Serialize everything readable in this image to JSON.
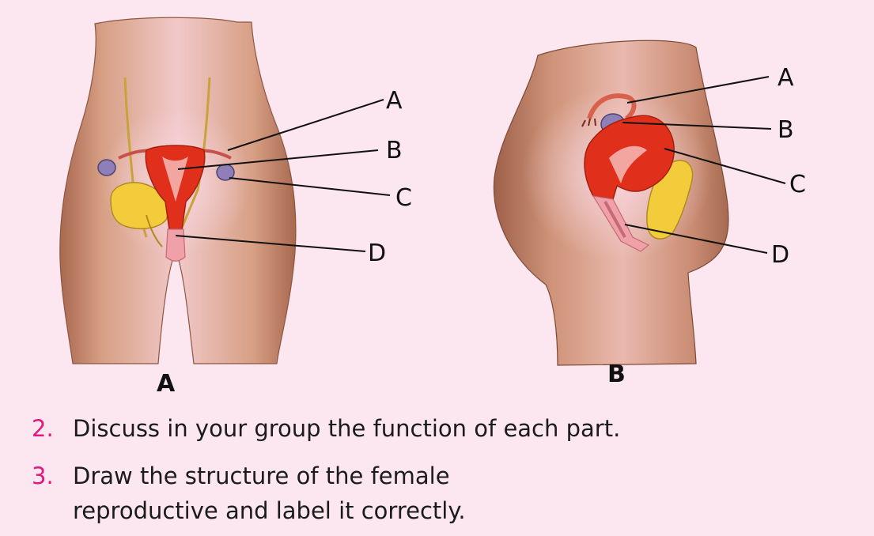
{
  "figure_a": {
    "caption": "A",
    "labels": [
      "A",
      "B",
      "C",
      "D"
    ]
  },
  "figure_b": {
    "caption": "B",
    "labels": [
      "A",
      "B",
      "C",
      "D"
    ]
  },
  "questions": [
    {
      "number": "2.",
      "text": "Discuss in your group the function of each part."
    },
    {
      "number": "3.",
      "text": "Draw the structure of the female reproductive and label it correctly."
    }
  ],
  "colors": {
    "background": "#fce6ef",
    "question_number": "#e0197d",
    "skin": "#c98f72",
    "uterus": "#e0301c",
    "bladder": "#f2cc3a",
    "ovary": "#8f7fb8"
  }
}
